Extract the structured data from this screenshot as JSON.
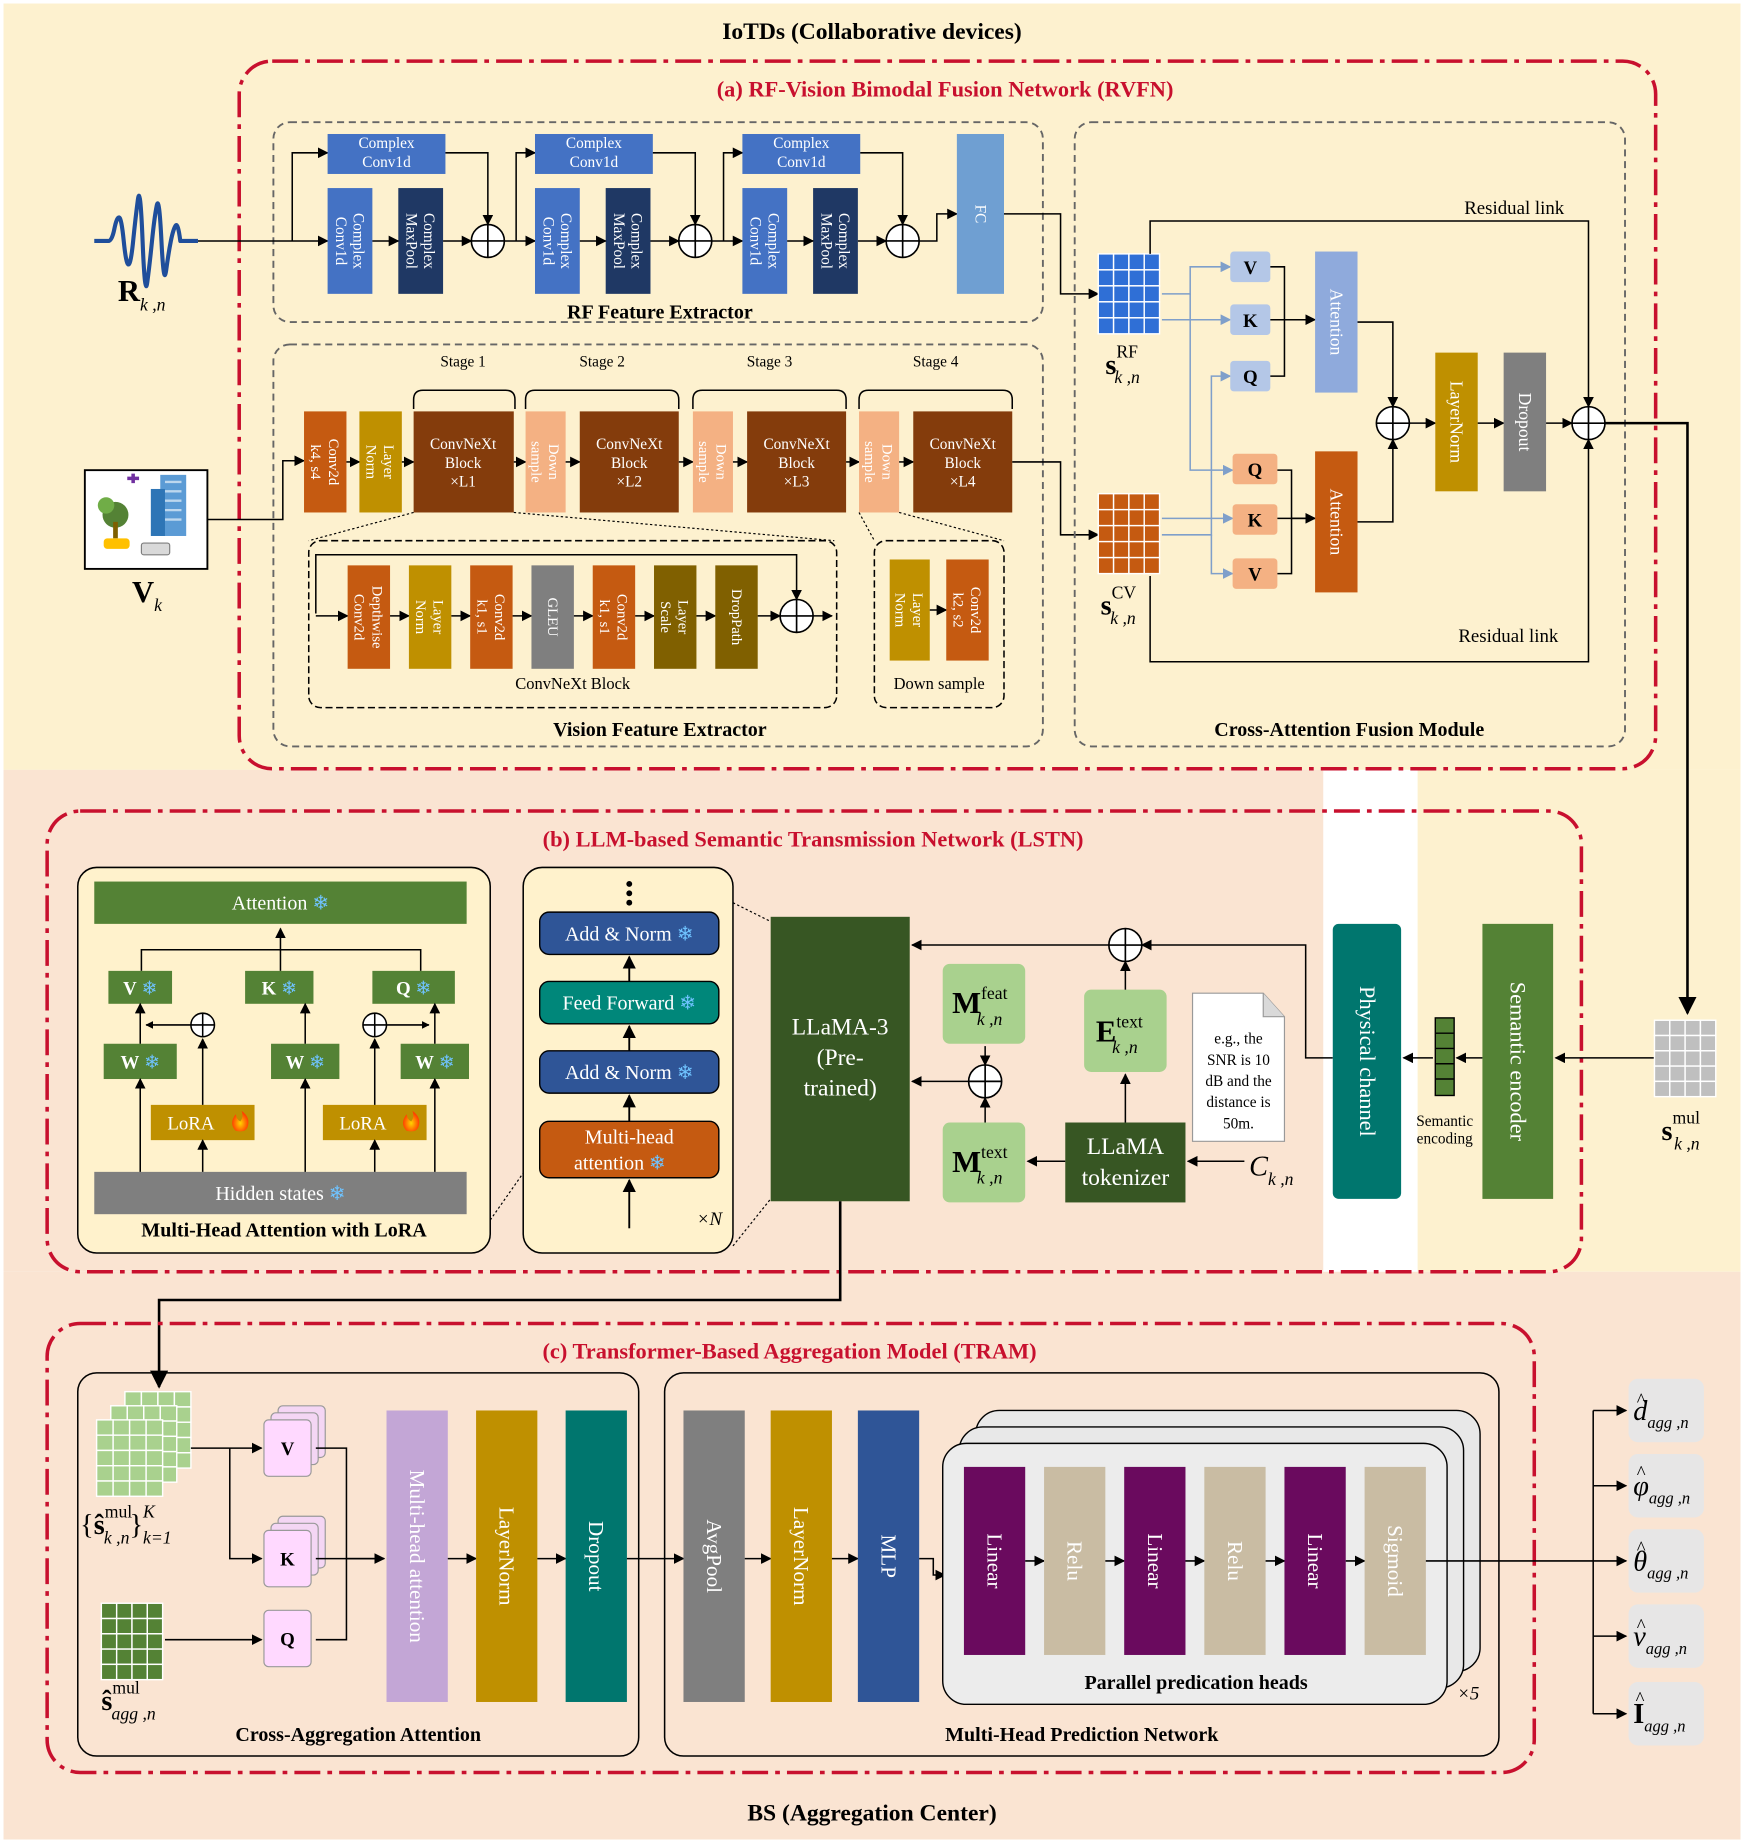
{
  "titles": {
    "top": "IoTDs (Collaborative devices)",
    "bottom": "BS (Aggregation Center)",
    "rvfn": "(a) RF-Vision Bimodal Fusion Network (RVFN)",
    "lstn": "(b) LLM-based Semantic Transmission Network (LSTN)",
    "tram": "(c) Transformer-Based Aggregation Model (TRAM)"
  },
  "colors": {
    "yellow_bg": "#fdf1cf",
    "peach_bg": "#fae4d2",
    "red_border": "#c8102e",
    "blue": "#4472c4",
    "navy": "#1f3864",
    "orange": "#c55a11",
    "brown": "#843c0c",
    "gold": "#bf9000",
    "lgreen": "#a9d18e",
    "dgreen": "#375623",
    "teal": "#00766e",
    "purple": "#6a0a5e",
    "beige": "#c9bca3",
    "gray": "#7f7f7f"
  },
  "inputs": {
    "rf_main": "R",
    "rf_sub": "k ,n",
    "v_main": "V",
    "v_sub": "k"
  },
  "rf": {
    "title": "RF Feature Extractor",
    "conv_top": [
      "Complex",
      "Conv1d"
    ],
    "conv_v": [
      "Complex",
      "Conv1d"
    ],
    "pool_v": [
      "Complex",
      "MaxPool"
    ],
    "fc": "FC"
  },
  "vision": {
    "title": "Vision Feature Extractor",
    "stem": [
      "Conv2d",
      "k4, s4"
    ],
    "layernorm": [
      "Layer",
      "Norm"
    ],
    "stages": [
      "Stage 1",
      "Stage 2",
      "Stage 3",
      "Stage 4"
    ],
    "blocks": [
      [
        "ConvNeXt",
        "Block",
        "×L1"
      ],
      [
        "ConvNeXt",
        "Block",
        "×L2"
      ],
      [
        "ConvNeXt",
        "Block",
        "×L3"
      ],
      [
        "ConvNeXt",
        "Block",
        "×L4"
      ]
    ],
    "down": [
      "Down",
      "sample"
    ],
    "cnb_title": "ConvNeXt Block",
    "cnb_items": [
      [
        "Depthwise",
        "Conv2d"
      ],
      [
        "Layer",
        "Norm"
      ],
      [
        "Conv2d",
        "k1, s1"
      ],
      [
        "GLEU"
      ],
      [
        "Conv2d",
        "k1, s1"
      ],
      [
        "Layer",
        "Scale"
      ],
      [
        "DropPath"
      ]
    ],
    "ds_title": "Down sample",
    "ds_items": [
      [
        "Layer",
        "Norm"
      ],
      [
        "Conv2d",
        "k2, s2"
      ]
    ]
  },
  "cafm": {
    "title": "Cross-Attention Fusion Module",
    "residual": "Residual link",
    "attention": "Attention",
    "layernorm": "LayerNorm",
    "dropout": "Dropout",
    "v": "V",
    "k": "K",
    "q": "Q",
    "s_rf_sup": "RF",
    "s_cv_sup": "CV",
    "s_sub": "k ,n"
  },
  "lstn": {
    "mha_title": "Multi-Head Attention with LoRA",
    "attention": "Attention",
    "v": "V",
    "k": "K",
    "q": "Q",
    "w": "W",
    "lora": "LoRA",
    "hidden": "Hidden states",
    "add_norm": "Add & Norm",
    "feed_forward": "Feed Forward",
    "mha": [
      "Multi-head",
      "attention"
    ],
    "times_n": "×N",
    "llama": [
      "LLaMA-3",
      "(Pre-",
      "trained)"
    ],
    "m_feat_sup": "feat",
    "m_text_sup": "text",
    "e_text_sup": "text",
    "sub": "k ,n",
    "tokenizer": [
      "LLaMA",
      "tokenizer"
    ],
    "note": [
      "e.g., the",
      "SNR is 10",
      "dB and the",
      "distance is",
      "50m."
    ],
    "c_main": "C",
    "c_sub": "k ,n",
    "physical": "Physical channel",
    "semantic_encoding": [
      "Semantic",
      "encoding"
    ],
    "semantic_encoder": "Semantic encoder",
    "s_mul_sup": "mul",
    "s_mul_sub": "k ,n",
    "M": "M",
    "E": "E"
  },
  "tram": {
    "caa_title": "Cross-Aggregation Attention",
    "mhpn_title": "Multi-Head Prediction Network",
    "v": "V",
    "k": "K",
    "q": "Q",
    "mha": "Multi-head attention",
    "layernorm": "LayerNorm",
    "dropout": "Dropout",
    "avgpool": "AvgPool",
    "mlp": "MLP",
    "heads": [
      "Linear",
      "Relu",
      "Linear",
      "Relu",
      "Linear",
      "Sigmoid"
    ],
    "heads_title": "Parallel predication heads",
    "times5": "×5",
    "set_sup": "mul",
    "set_sub": "k ,n",
    "set_K": "K",
    "set_k1": "k=1",
    "agg_sup": "mul",
    "agg_sub": "agg ,n",
    "outputs": [
      {
        "sym": "d",
        "sub": "agg ,n"
      },
      {
        "sym": "φ",
        "sub": "agg ,n"
      },
      {
        "sym": "θ",
        "sub": "agg ,n"
      },
      {
        "sym": "v",
        "sub": "agg ,n"
      },
      {
        "sym": "I",
        "sub": "agg ,n"
      }
    ]
  }
}
